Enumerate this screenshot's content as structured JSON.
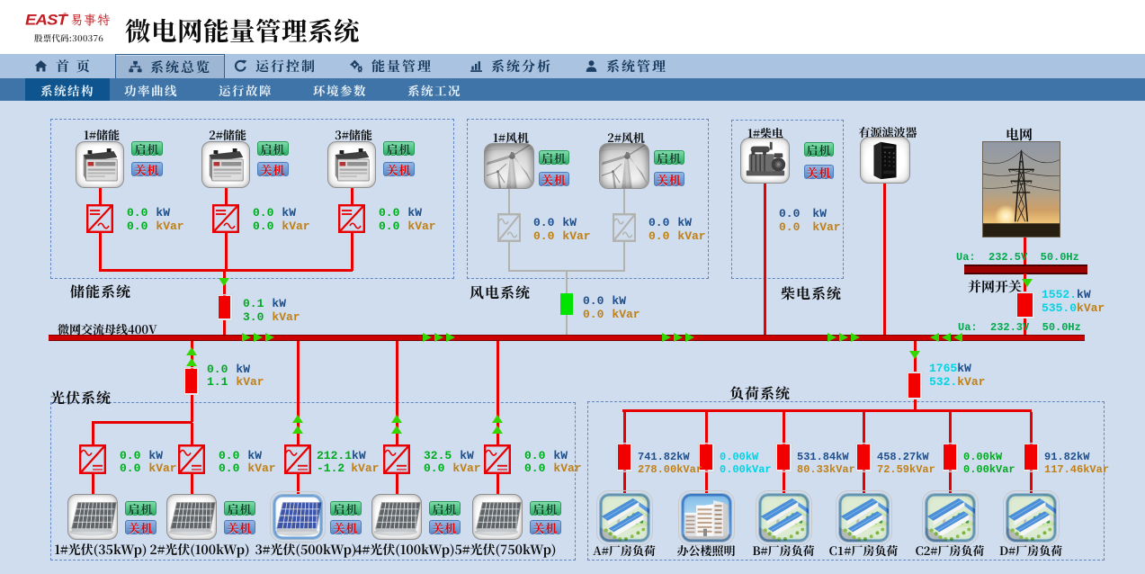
{
  "header": {
    "logo": {
      "brand": "EAST",
      "reg": "®",
      "brand_cn": "易事特",
      "stock": "股票代码:300376"
    },
    "title": "微电网能量管理系统"
  },
  "nav": {
    "items": [
      {
        "label": "首 页",
        "icon": "home-icon",
        "active": false
      },
      {
        "label": "系统总览",
        "icon": "sitemap-icon",
        "active": true
      },
      {
        "label": "运行控制",
        "icon": "refresh-icon",
        "active": false
      },
      {
        "label": "能量管理",
        "icon": "gears-icon",
        "active": false
      },
      {
        "label": "系统分析",
        "icon": "chart-icon",
        "active": false
      },
      {
        "label": "系统管理",
        "icon": "user-icon",
        "active": false
      }
    ],
    "subnav": [
      {
        "label": "系统结构",
        "active": true
      },
      {
        "label": "功率曲线",
        "active": false
      },
      {
        "label": "运行故障",
        "active": false
      },
      {
        "label": "环境参数",
        "active": false
      },
      {
        "label": "系统工况",
        "active": false
      }
    ]
  },
  "controls": {
    "start": "启机",
    "stop": "关机"
  },
  "units_labels": {
    "kw": "kW",
    "kvar": "kVar"
  },
  "bus": {
    "label": "微网交流母线400V",
    "voltage": "400V"
  },
  "palette": {
    "value_green": "#00aa1e",
    "value_navy": "#20508c",
    "value_cyan": "#00d4e4",
    "unit_kw": "#20508c",
    "unit_kvar": "#c08018",
    "ua_green": "#00a94a",
    "line_red": "#e80000",
    "line_gray": "#b2b2ae",
    "bus_red": "#8a0000",
    "breaker_red": "#f20000",
    "breaker_green": "#00e400",
    "arrow_green": "#35d500"
  },
  "sections": {
    "storage": {
      "label": "储能系统",
      "feeder": {
        "p": "0.1",
        "q": "3.0",
        "p_color": "green",
        "q_color": "green"
      },
      "units": [
        {
          "title": "1#储能",
          "p": "0.0",
          "q": "0.0",
          "p_color": "green",
          "q_color": "green"
        },
        {
          "title": "2#储能",
          "p": "0.0",
          "q": "0.0",
          "p_color": "green",
          "q_color": "green"
        },
        {
          "title": "3#储能",
          "p": "0.0",
          "q": "0.0",
          "p_color": "green",
          "q_color": "green"
        }
      ]
    },
    "wind": {
      "label": "风电系统",
      "feeder": {
        "p": "0.0",
        "q": "0.0",
        "p_color": "navy",
        "q_color": "orange"
      },
      "units": [
        {
          "title": "1#风机",
          "p": "0.0",
          "q": "0.0",
          "p_color": "navy",
          "q_color": "orange"
        },
        {
          "title": "2#风机",
          "p": "0.0",
          "q": "0.0",
          "p_color": "navy",
          "q_color": "orange"
        }
      ]
    },
    "diesel": {
      "label": "柴电系统",
      "units": [
        {
          "title": "1#柴电",
          "p": "0.0",
          "q": "0.0",
          "p_color": "navy",
          "q_color": "orange"
        }
      ]
    },
    "filter": {
      "label": "有源滤波器"
    },
    "grid": {
      "label": "电网",
      "switch_label": "并网开关",
      "ua_grid": "Ua:  232.5V  50.0Hz",
      "ua_bus": "Ua:  232.3V  50.0Hz",
      "switch": {
        "p": "1552.",
        "q": "535.0",
        "p_color": "cyan",
        "q_color": "cyan"
      }
    },
    "pv": {
      "label": "光伏系统",
      "feeder": {
        "p": "0.0",
        "q": "1.1",
        "p_color": "green",
        "q_color": "green"
      },
      "units": [
        {
          "title": "1#光伏(35kWp)",
          "p": "0.0",
          "q": "0.0",
          "p_color": "green",
          "q_color": "green"
        },
        {
          "title": "2#光伏(100kWp)",
          "p": "0.0",
          "q": "0.0",
          "p_color": "green",
          "q_color": "green"
        },
        {
          "title": "3#光伏(500kWp)",
          "p": "212.1",
          "q": "-1.2",
          "p_color": "green",
          "q_color": "green"
        },
        {
          "title": "4#光伏(100kWp)",
          "p": "32.5",
          "q": "0.0",
          "p_color": "green",
          "q_color": "green"
        },
        {
          "title": "5#光伏(750kWp)",
          "p": "0.0",
          "q": "0.0",
          "p_color": "green",
          "q_color": "green"
        }
      ]
    },
    "load": {
      "label": "负荷系统",
      "feeder": {
        "p": "1765",
        "q": "532.",
        "p_color": "cyan",
        "q_color": "cyan"
      },
      "units": [
        {
          "title": "A#厂房负荷",
          "p": "741.82",
          "q": "278.00",
          "p_color": "navy",
          "q_color": "orange"
        },
        {
          "title": "办公楼照明",
          "p": "0.00",
          "q": "0.00",
          "p_color": "cyan",
          "q_color": "cyan"
        },
        {
          "title": "B#厂房负荷",
          "p": "531.84",
          "q": "80.33",
          "p_color": "navy",
          "q_color": "orange"
        },
        {
          "title": "C1#厂房负荷",
          "p": "458.27",
          "q": "72.59",
          "p_color": "navy",
          "q_color": "orange"
        },
        {
          "title": "C2#厂房负荷",
          "p": "0.00",
          "q": "0.00",
          "p_color": "green",
          "q_color": "green"
        },
        {
          "title": "D#厂房负荷",
          "p": "91.82",
          "q": "117.46",
          "p_color": "navy",
          "q_color": "orange"
        }
      ]
    }
  }
}
